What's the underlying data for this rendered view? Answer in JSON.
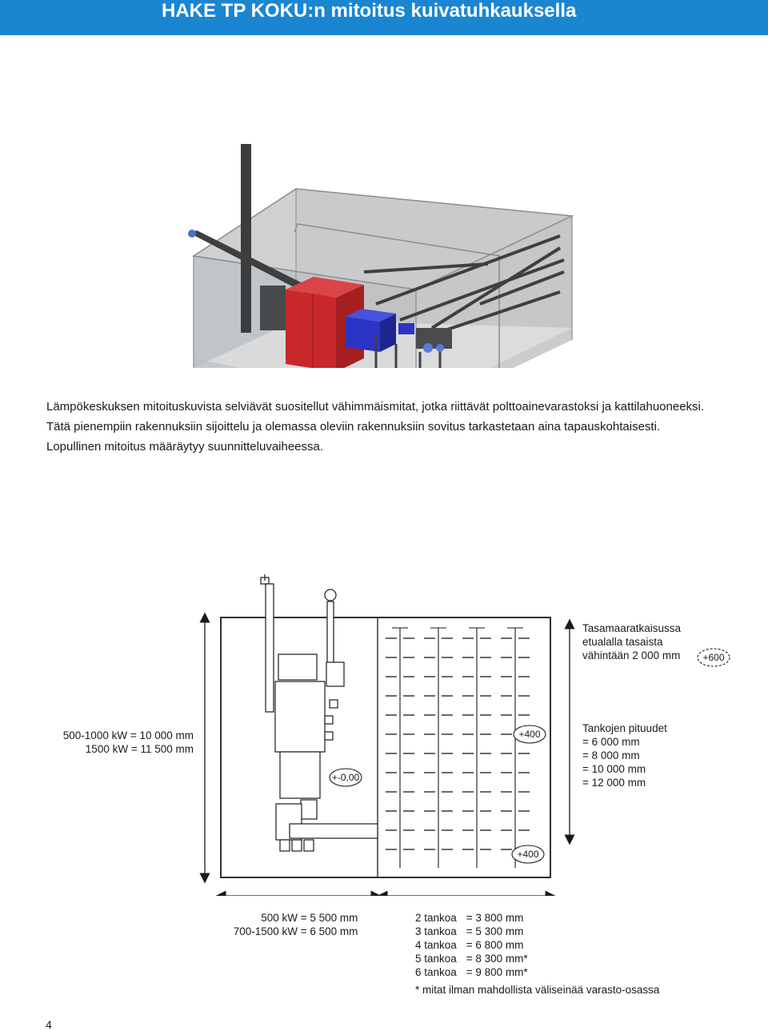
{
  "header": {
    "title": "HAKE TP KOKU:n mitoitus kuivatuhkauksella",
    "background": "#1a86d1"
  },
  "render": {
    "colors": {
      "boiler": "#c8282a",
      "burner": "#2a35c8",
      "walls": "#b8bbbe",
      "frame": "#3e3f41"
    }
  },
  "intro": {
    "p1": "Lämpökeskuksen mitoituskuvista selviävät suositellut vähimmäismitat, jotka riittävät polttoainevarastoksi ja kattilahuoneeksi.",
    "p2": "Tätä pienempiin rakennuksiin sijoittelu ja olemassa oleviin rakennuksiin sovitus tarkastetaan aina tapauskohtaisesti.",
    "p3": "Lopullinen mitoitus määräytyy suunnitteluvaiheessa."
  },
  "plan": {
    "levels": {
      "floor": "+-0,00",
      "store_inner": "+400",
      "store_front": "+400",
      "top_right": "+600"
    },
    "height_label": {
      "line1": "500-1000 kW = 10 000 mm",
      "line2": "1500 kW = 11 500 mm"
    },
    "note_top": {
      "line1": "Tasamaaratkaisussa",
      "line2": "etualalla tasaista",
      "line3": "vähintään 2 000 mm"
    },
    "rod_lengths": {
      "title": "Tankojen pituudet",
      "l1": "= 6 000 mm",
      "l2": "= 8 000 mm",
      "l3": "= 10 000 mm",
      "l4": "= 12 000 mm"
    },
    "boiler_width": {
      "r1_power": "500 kW",
      "r1_val": "= 5 500 mm",
      "r2_power": "700-1500 kW",
      "r2_val": "= 6 500 mm"
    },
    "store_width": {
      "r1_count": "2 tankoa",
      "r1_val": "= 3 800 mm",
      "r2_count": "3 tankoa",
      "r2_val": "= 5 300 mm",
      "r3_count": "4 tankoa",
      "r3_val": "= 6 800 mm",
      "r4_count": "5 tankoa",
      "r4_val": "= 8 300 mm*",
      "r5_count": "6 tankoa",
      "r5_val": "= 9 800 mm*",
      "footnote": "* mitat ilman mahdollista väliseinää varasto-osassa"
    }
  },
  "page_number": "4"
}
